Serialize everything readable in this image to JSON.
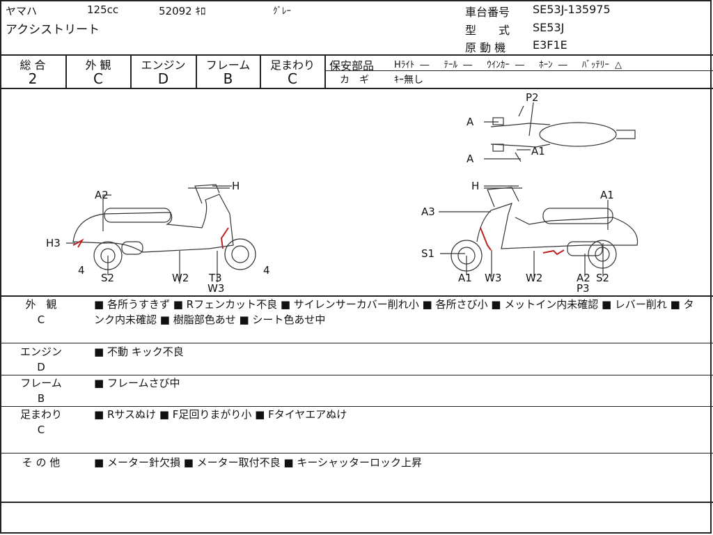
{
  "header": {
    "maker": "ヤマハ",
    "displacement": "125cc",
    "mileage": "52092 ｷﾛ",
    "color": "ｸﾞﾚｰ",
    "model_name": "アクシストリート",
    "frame_label": "車台番号",
    "frame_no": "SE53J-135975",
    "type_label": "型　　式",
    "type_value": "SE53J",
    "engine_label": "原 動 機",
    "engine_value": "E3F1E"
  },
  "scores": [
    {
      "label": "総 合",
      "value": "2"
    },
    {
      "label": "外 観",
      "value": "C"
    },
    {
      "label": "エンジン",
      "value": "D"
    },
    {
      "label": "フレーム",
      "value": "B"
    },
    {
      "label": "足まわり",
      "value": "C"
    }
  ],
  "safety": {
    "label": "保安部品",
    "items": "Hﾗｲﾄ ―　 ﾃｰﾙ ―　 ｳｲﾝｶｰ ―　 ﾎｰﾝ ―　 ﾊﾞｯﾃﾘｰ △",
    "key_label": "カ　ギ",
    "key_value": "ｷｰ無し"
  },
  "diagram_labels": {
    "p2": "P2",
    "a_top1": "A",
    "a_top2": "A",
    "a1_top": "A1",
    "h_left": "H",
    "a2_left": "A2",
    "h3": "H3",
    "four_l": "4",
    "s2_l": "S2",
    "w2_l": "W2",
    "t3": "T3",
    "w3_l": "W3",
    "four_r": "4",
    "h_right": "H",
    "a1_right": "A1",
    "a3": "A3",
    "s1": "S1",
    "a1_bot": "A1",
    "w3_r": "W3",
    "w2_r": "W2",
    "a2_r": "A2",
    "s2_r": "S2",
    "p3": "P3"
  },
  "comments": [
    {
      "label": "外　観",
      "grade": "C",
      "text": "■ 各所うすきず ■ Rフェンカット不良 ■ サイレンサーカバー削れ小 ■ 各所さび小 ■ メットイン内未確認 ■ レバー削れ ■ タンク内未確認 ■ 樹脂部色あせ ■ シート色あせ中"
    },
    {
      "label": "エンジン",
      "grade": "D",
      "text": "■ 不動 キック不良"
    },
    {
      "label": "フレーム",
      "grade": "B",
      "text": "■ フレームさび中"
    },
    {
      "label": "足まわり",
      "grade": "C",
      "text": "■ Rサスぬけ ■ F足回りまがり小 ■ Fタイヤエアぬけ"
    },
    {
      "label": "そ の 他",
      "grade": "",
      "text": "■ メーター針欠損 ■ メーター取付不良 ■ キーシャッターロック上昇"
    }
  ]
}
